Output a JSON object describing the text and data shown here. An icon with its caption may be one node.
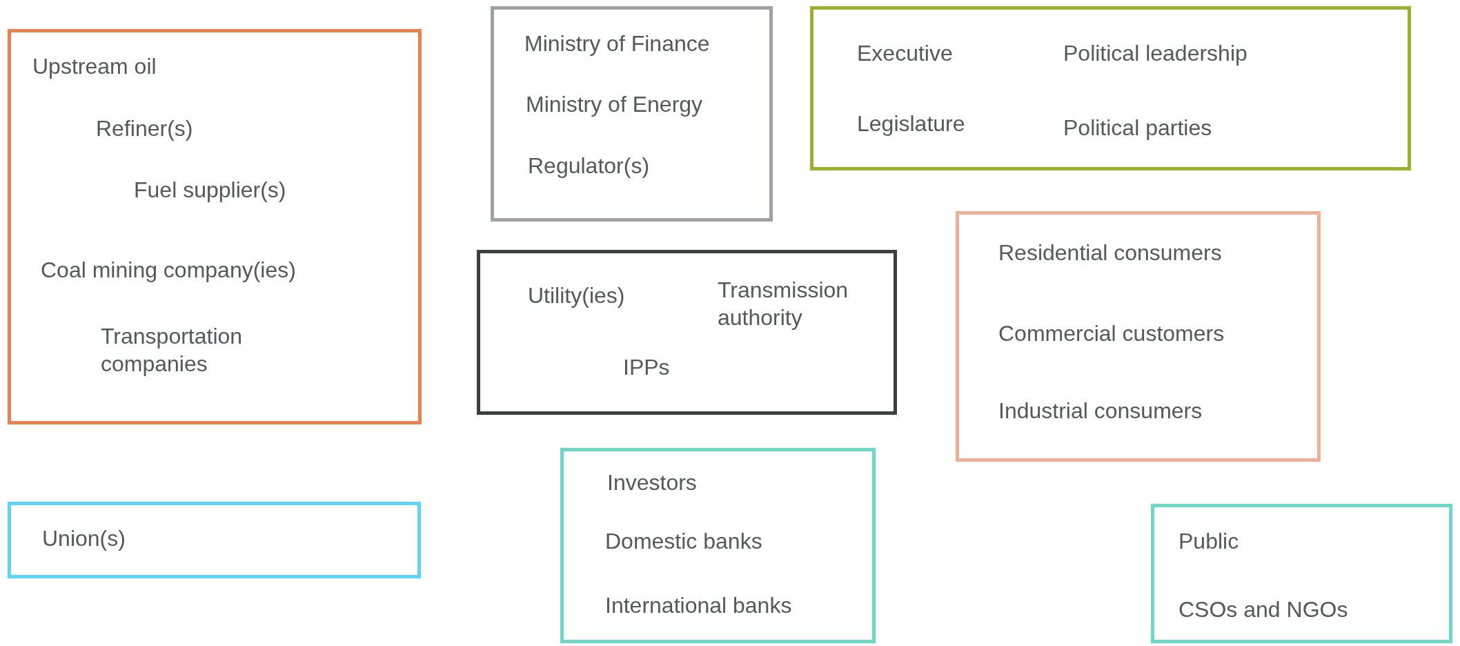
{
  "diagram": {
    "nodes": [
      {
        "text": [
          "Upstream oil",
          "Refiner(s)",
          "Fuel supplier(s)",
          "Coal mining company(ies)",
          "Transportation companies"
        ]
      },
      {
        "text": [
          "Ministry of Finance",
          "Ministry of Energy",
          "Regulator(s)"
        ]
      },
      {
        "text": [
          "Executive",
          "Political leadership",
          "Legislature",
          "Political parties"
        ]
      },
      {
        "text": [
          "Utility(ies)",
          "Transmission authority",
          "IPPs"
        ]
      },
      {
        "text": [
          "Residential consumers",
          "Commercial customers",
          "Industrial consumers"
        ]
      },
      {
        "text": [
          "Union(s)"
        ]
      },
      {
        "text": [
          "Investors",
          "Domestic banks",
          "International banks"
        ]
      },
      {
        "text": [
          "Public",
          "CSOs and NGOs"
        ]
      }
    ]
  }
}
